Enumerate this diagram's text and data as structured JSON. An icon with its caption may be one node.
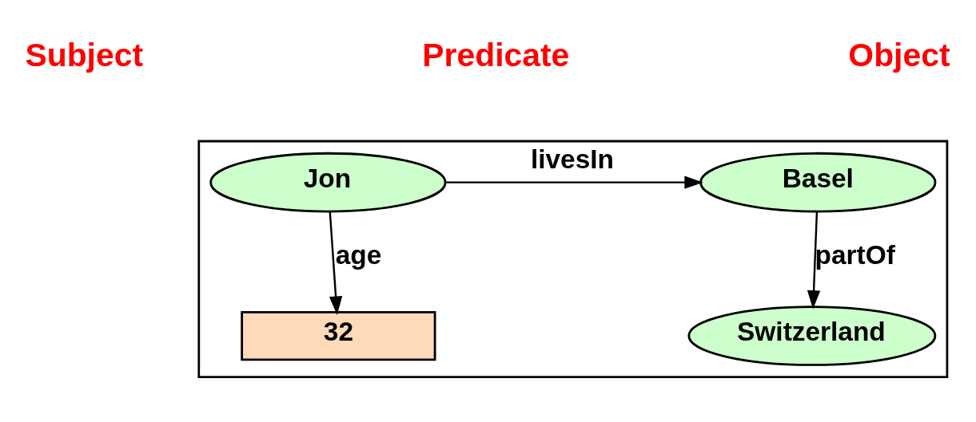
{
  "diagram": {
    "nodes": [
      {
        "text": [],
        "shape": "box"
      },
      {
        "text": [
          "Jon"
        ],
        "in": 0
      },
      {
        "text": [
          "Basel"
        ],
        "in": 0
      },
      {
        "text": [
          "32"
        ],
        "in": 0
      },
      {
        "text": [
          "Switzerland"
        ],
        "in": 0
      }
    ],
    "edges": [
      {
        "from": 1,
        "to": 2,
        "arrow": "to",
        "label": "livesIn"
      },
      {
        "from": 1,
        "to": 3,
        "arrow": "to",
        "label": "age"
      },
      {
        "from": 2,
        "to": 4,
        "arrow": "to",
        "label": "partOf"
      }
    ],
    "labels": [
      "Subject",
      "Predicate",
      "Object"
    ]
  }
}
